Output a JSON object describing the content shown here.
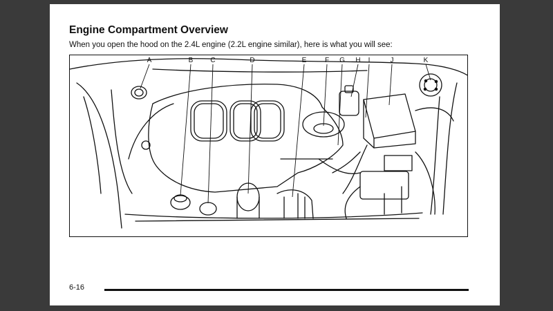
{
  "document": {
    "title": "Engine Compartment Overview",
    "intro": "When you open the hood on the 2.4L engine (2.2L engine similar), here is what you will see:",
    "page_number": "6-16"
  },
  "figure": {
    "callouts": [
      "A",
      "B",
      "C",
      "D",
      "E",
      "F",
      "G",
      "H",
      "I",
      "J",
      "K"
    ]
  }
}
